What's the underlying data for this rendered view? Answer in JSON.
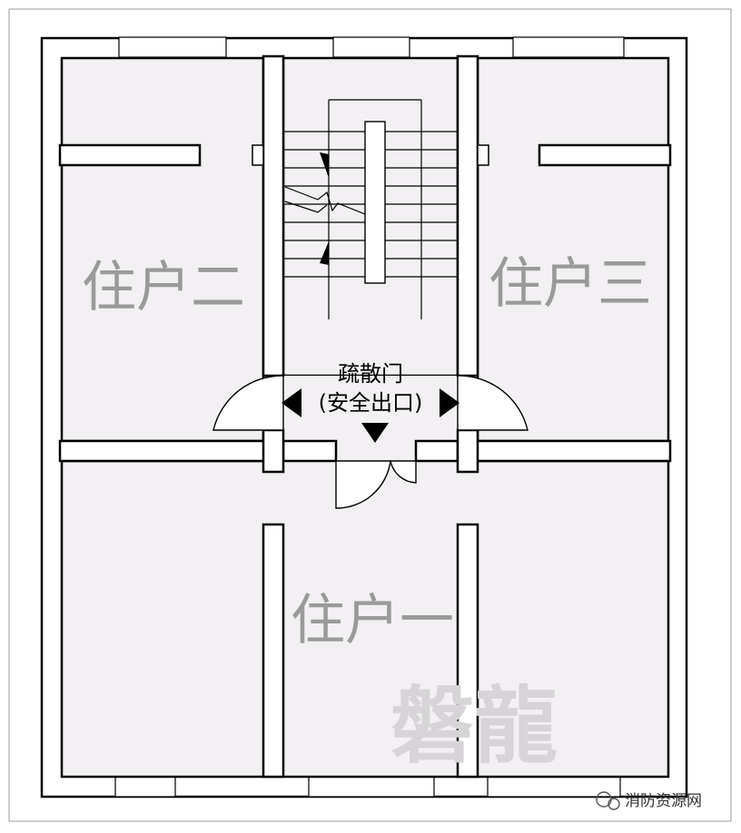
{
  "rooms": {
    "unit_two": "住户二",
    "unit_three": "住户三",
    "unit_one": "住户一"
  },
  "exit": {
    "line1": "疏散门",
    "line2": "(安全出口)"
  },
  "watermark": "磐龍",
  "credit": "消防资源网",
  "colors": {
    "room_fill": "#f2f0f2",
    "wall_stroke": "#000000",
    "label": "#9a9a9a",
    "watermark": "#d6d4d6"
  }
}
